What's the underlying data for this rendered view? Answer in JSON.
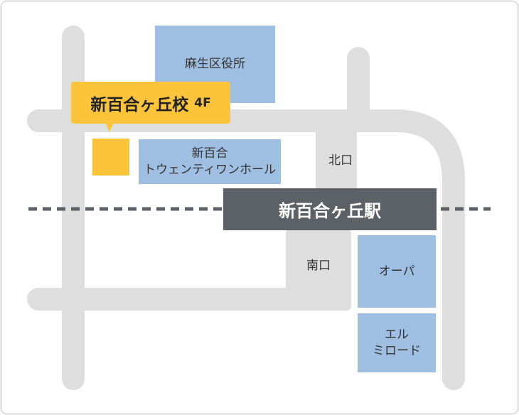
{
  "colors": {
    "road": "#dedede",
    "building": "#9fbfe2",
    "station": "#5b6166",
    "school": "#fbc43a",
    "rail": "#5b6166",
    "frame": "#dddddd"
  },
  "school": {
    "name": "新百合ヶ丘校",
    "floor": "4F"
  },
  "station": {
    "name": "新百合ヶ丘駅"
  },
  "buildings": {
    "asao_ward_office": "麻生区役所",
    "twenty_one_hall": "新百合\nトウェンティワンホール",
    "opa": "オーパ",
    "elmirod": "エル\nミロード"
  },
  "exits": {
    "north": "北口",
    "south": "南口"
  }
}
